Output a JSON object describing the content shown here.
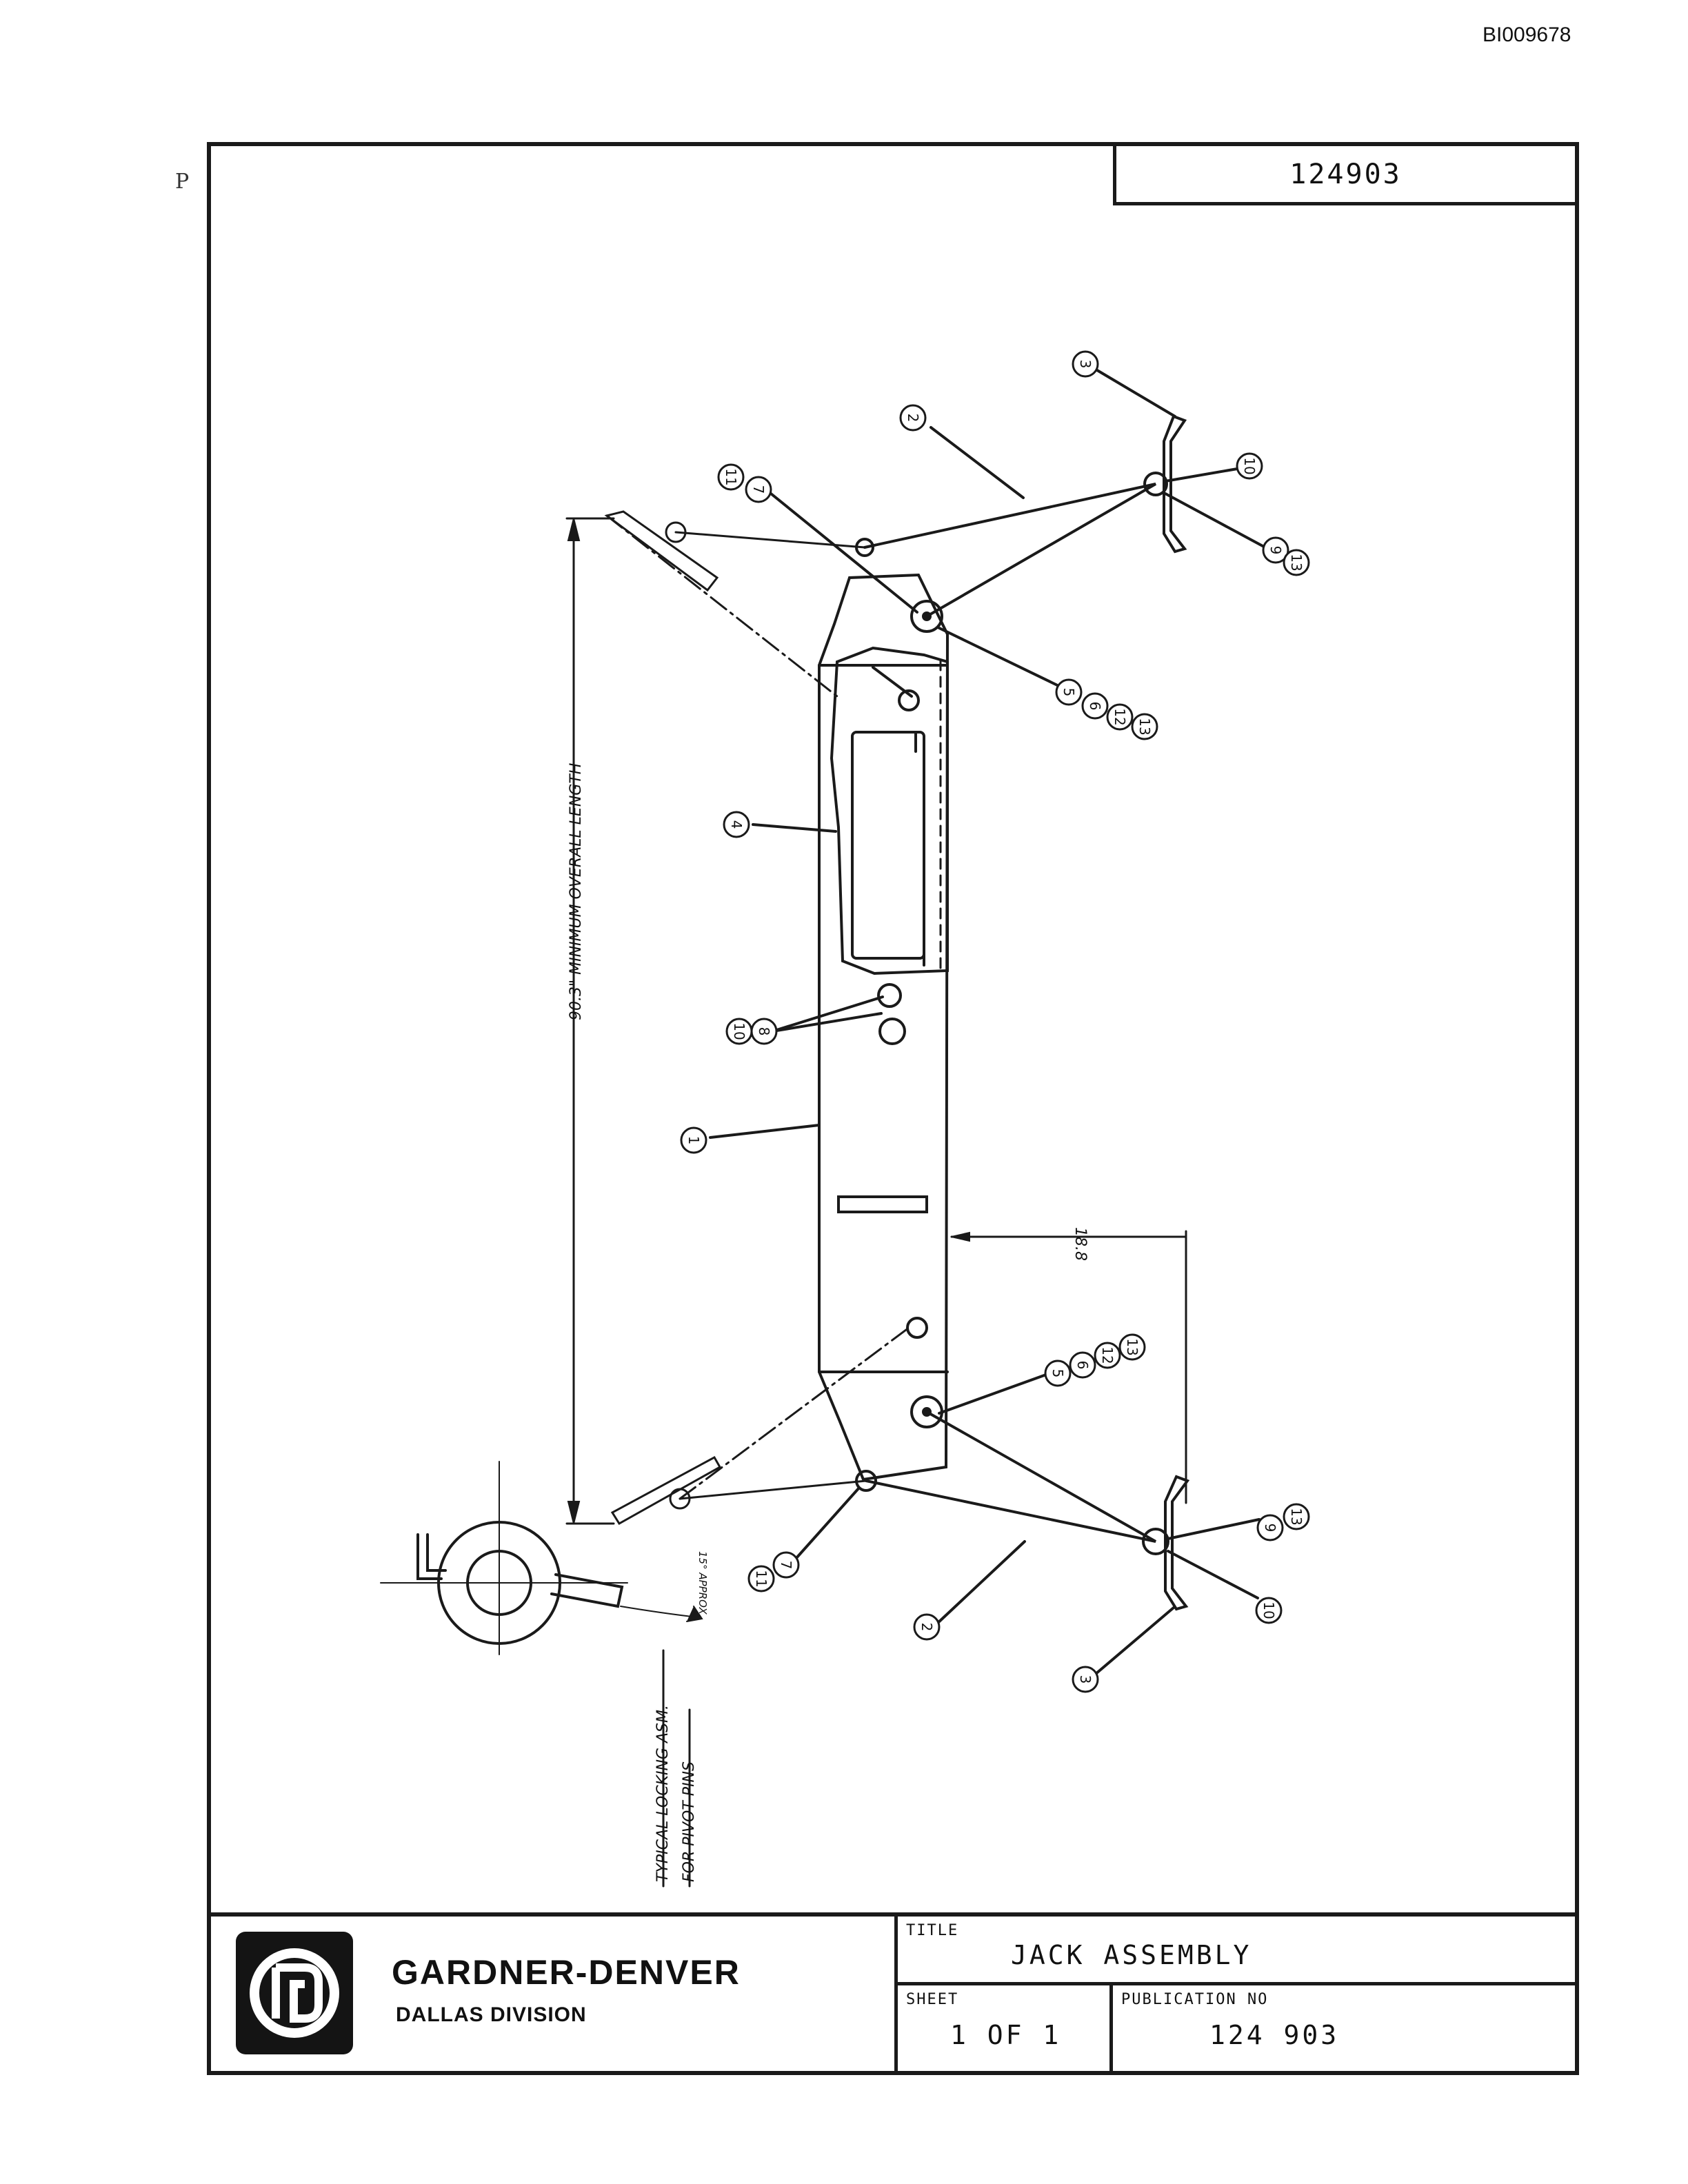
{
  "document_id": "BI009678",
  "margin_mark": "P",
  "drawing_number": "124903",
  "callouts": {
    "c1": "1",
    "c2": "2",
    "c3": "3",
    "c4": "4",
    "c5": "5",
    "c6": "6",
    "c7": "7",
    "c8": "8",
    "c9": "9",
    "c10": "10",
    "c11": "11",
    "c12": "12",
    "c13": "13"
  },
  "annotations": {
    "overall_length": "90.3\"   MINIMUM OVERALL LENGTH",
    "dimension_18_8": "18.8",
    "angle": "15° APPROX.",
    "locking_line1": "TYPICAL LOCKING ASM.",
    "locking_line2": "FOR PIVOT PINS"
  },
  "title_block": {
    "company": "GARDNER-DENVER",
    "division": "DALLAS DIVISION",
    "title_caption": "TITLE",
    "title": "JACK ASSEMBLY",
    "sheet_caption": "SHEET",
    "sheet": "1 OF 1",
    "publication_caption": "PUBLICATION  NO",
    "publication": "124 903"
  }
}
